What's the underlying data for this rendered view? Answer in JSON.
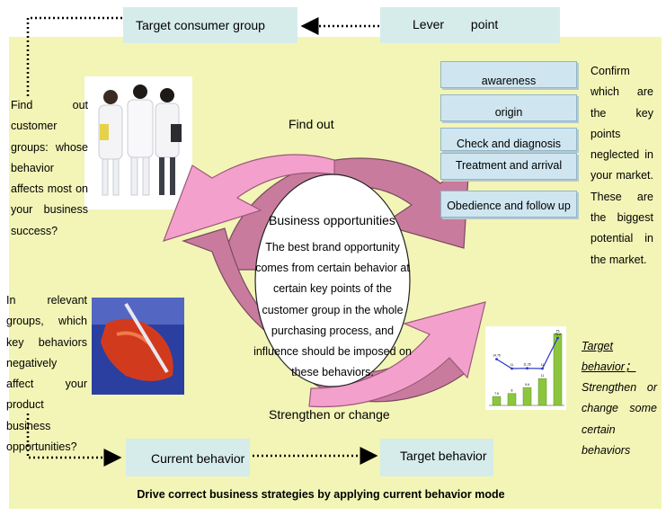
{
  "boxes": {
    "target_consumer": "Target consumer group",
    "lever_point": "Lever point",
    "current_behavior": "Current behavior",
    "target_behavior": "Target behavior"
  },
  "steps": [
    "awareness",
    "origin",
    "Check and diagnosis",
    "Treatment and arrival",
    "Obedience and follow up"
  ],
  "left_texts": {
    "find_out_groups": "Find out customer groups: whose behavior affects most on your business success?",
    "in_relevant_groups": "In relevant groups, which key behaviors negatively affect your product business opportunities?"
  },
  "right_texts": {
    "confirm": "Confirm which are the key points neglected in your market. These are the biggest potential in the market.",
    "target_behavior_label": "Target behavior；",
    "strengthen_some": "Strengthen or change some certain behaviors"
  },
  "cycle": {
    "find_out": "Find out",
    "strengthen_or_change": "Strengthen or change",
    "center_title": "Business opportunities",
    "center_body": "The best brand opportunity comes from certain behavior at certain key points of the customer group in the whole purchasing process, and influence should be imposed on these behaviors."
  },
  "footer": "Drive correct business strategies by applying current behavior mode",
  "mini_chart": {
    "bar_values": [
      15,
      20,
      30,
      45,
      120
    ],
    "bar_labels": [
      "7.5",
      "8",
      "9.6",
      "11",
      "75"
    ],
    "line_values": [
      14.5,
      11.0,
      11.1,
      11.0,
      75.2
    ],
    "line_labels": [
      "14.75",
      "11",
      "11.25",
      "11",
      "75.2"
    ]
  },
  "colors": {
    "panel": "#f2f5b6",
    "box": "#d6eceb",
    "arrow_dark": "#c97b9e",
    "arrow_light": "#f4a0cc"
  }
}
